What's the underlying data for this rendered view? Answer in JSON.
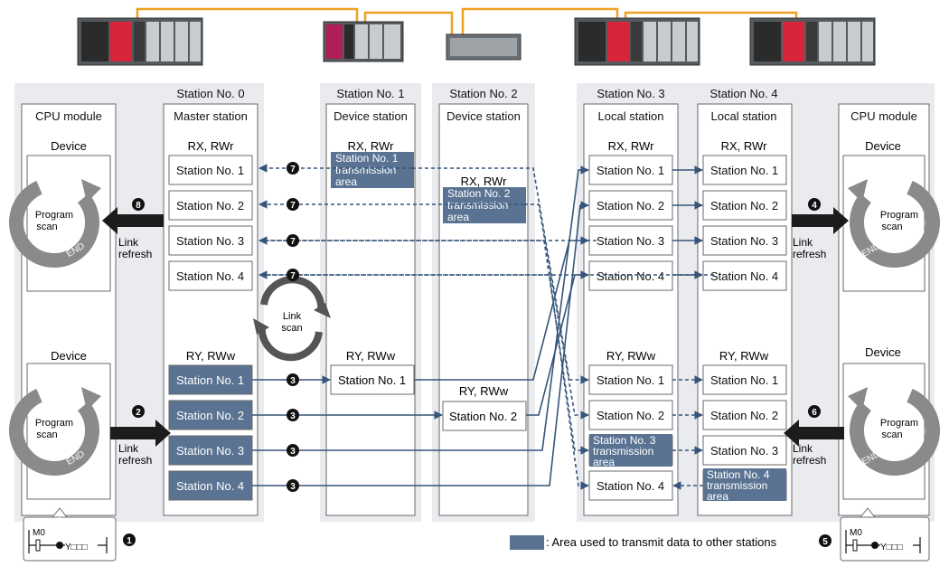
{
  "stations": [
    {
      "id": "cpu_left",
      "header": "",
      "type": "CPU module"
    },
    {
      "id": "st0",
      "header": "Station No. 0",
      "type": "Master station"
    },
    {
      "id": "st1",
      "header": "Station No. 1",
      "type": "Device station"
    },
    {
      "id": "st2",
      "header": "Station No. 2",
      "type": "Device station"
    },
    {
      "id": "st3",
      "header": "Station No. 3",
      "type": "Local station"
    },
    {
      "id": "st4",
      "header": "Station No. 4",
      "type": "Local station"
    },
    {
      "id": "cpu_right",
      "header": "",
      "type": "CPU module"
    }
  ],
  "labels": {
    "device": "Device",
    "rx_rwr": "RX, RWr",
    "ry_rww": "RY, RWw",
    "program": "Program",
    "scan": "scan",
    "end": "END",
    "link": "Link",
    "refresh": "refresh",
    "link_scan_1": "Link",
    "link_scan_2": "scan",
    "ladder_contact": "M0",
    "ladder_coil": "Y□□□",
    "legend": ": Area used to transmit data to other stations"
  },
  "rows": {
    "master_rx": [
      "Station No. 1",
      "Station No. 2",
      "Station No. 3",
      "Station No. 4"
    ],
    "master_ry": [
      "Station No. 1",
      "Station No. 2",
      "Station No. 3",
      "Station No. 4"
    ],
    "local3_rx": [
      "Station No. 1",
      "Station No. 2",
      "Station No. 3",
      "Station No. 4"
    ],
    "local3_ry": [
      "Station No. 1",
      "Station No. 2",
      "Station No. 3",
      "Station No. 4"
    ],
    "local4_rx": [
      "Station No. 1",
      "Station No. 2",
      "Station No. 3",
      "Station No. 4"
    ],
    "local4_ry": [
      "Station No. 1",
      "Station No. 2",
      "Station No. 3",
      "Station No. 4"
    ],
    "dev1_ry": "Station No. 1",
    "dev2_ry": "Station No. 2"
  },
  "transmission_areas": {
    "st1": [
      "Station No. 1",
      "transmission",
      "area"
    ],
    "st2": [
      "Station No. 2",
      "transmission",
      "area"
    ],
    "st3": [
      "Station No. 3",
      "transmission",
      "area"
    ],
    "st4": [
      "Station No. 4",
      "transmission",
      "area"
    ]
  },
  "step_markers": [
    "1",
    "2",
    "3",
    "4",
    "5",
    "6",
    "7",
    "8"
  ],
  "colors": {
    "panel": "#e9ebef",
    "fill": "#5a7392",
    "line": "#35557a",
    "arrow_dark": "#1c1c1c",
    "orange": "#f0a020",
    "plc_red": "#d8243a",
    "gray_ring": "#8a8a8a"
  }
}
